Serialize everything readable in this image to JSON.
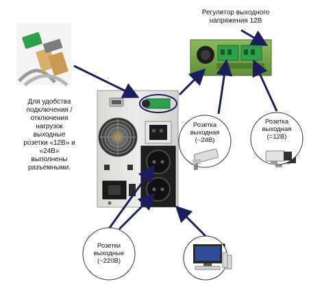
{
  "labels": {
    "regulator": [
      "Регулятор выходного",
      "напряжения 12В"
    ],
    "note": [
      "Для удобства",
      "подключения /",
      "отключения",
      "нагрузок",
      "выходные",
      "розетки «12В» и",
      "«24В»",
      "выполнены",
      "разъемными."
    ],
    "socket24": [
      "Розетка",
      "выходная",
      "(~24В)"
    ],
    "socket12": [
      "Розетка",
      "выходная",
      "(=12В)"
    ],
    "socket220": [
      "Розетки",
      "выходные",
      "(~220В)"
    ]
  },
  "colors": {
    "arrow": "#1b1d5e",
    "ups_body": "#e3e3e0",
    "terminal_green": "#2fa04a",
    "board_green": "#7aa84e"
  },
  "icons": [
    "terminal-block-photo",
    "ups-rear-panel",
    "regulator-board-photo",
    "cctv-camera-24v",
    "cctv-camera-12v",
    "computer-monitor"
  ]
}
